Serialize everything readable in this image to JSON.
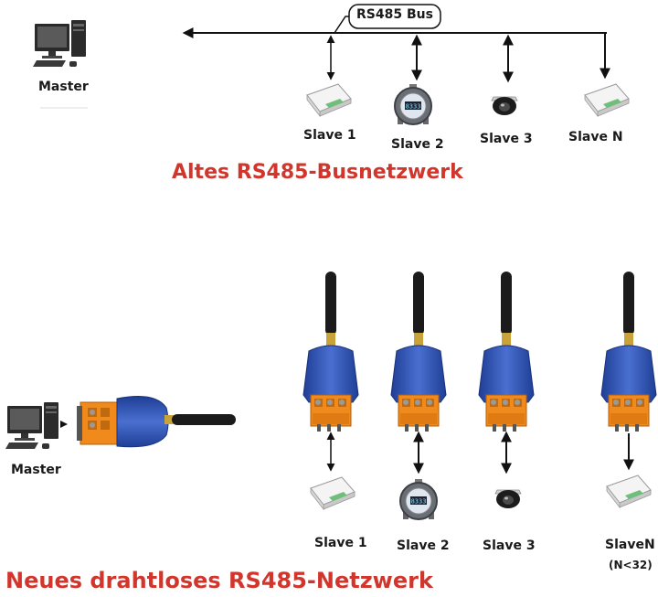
{
  "old_network": {
    "bus_label": "RS485 Bus",
    "master_label": "Master",
    "slaves": [
      "Slave 1",
      "Slave 2",
      "Slave 3",
      "Slave N"
    ],
    "title": "Altes RS485-Busnetzwerk"
  },
  "new_network": {
    "master_label": "Master",
    "slaves": [
      "Slave 1",
      "Slave 2",
      "Slave 3",
      "SlaveN"
    ],
    "slave_note": "(N<32)",
    "title": "Neues drahtloses RS485-Netzwerk"
  },
  "colors": {
    "title_red": "#d2352b",
    "adapter_blue": "#2d4fa8",
    "terminal_orange": "#f08a1c"
  }
}
